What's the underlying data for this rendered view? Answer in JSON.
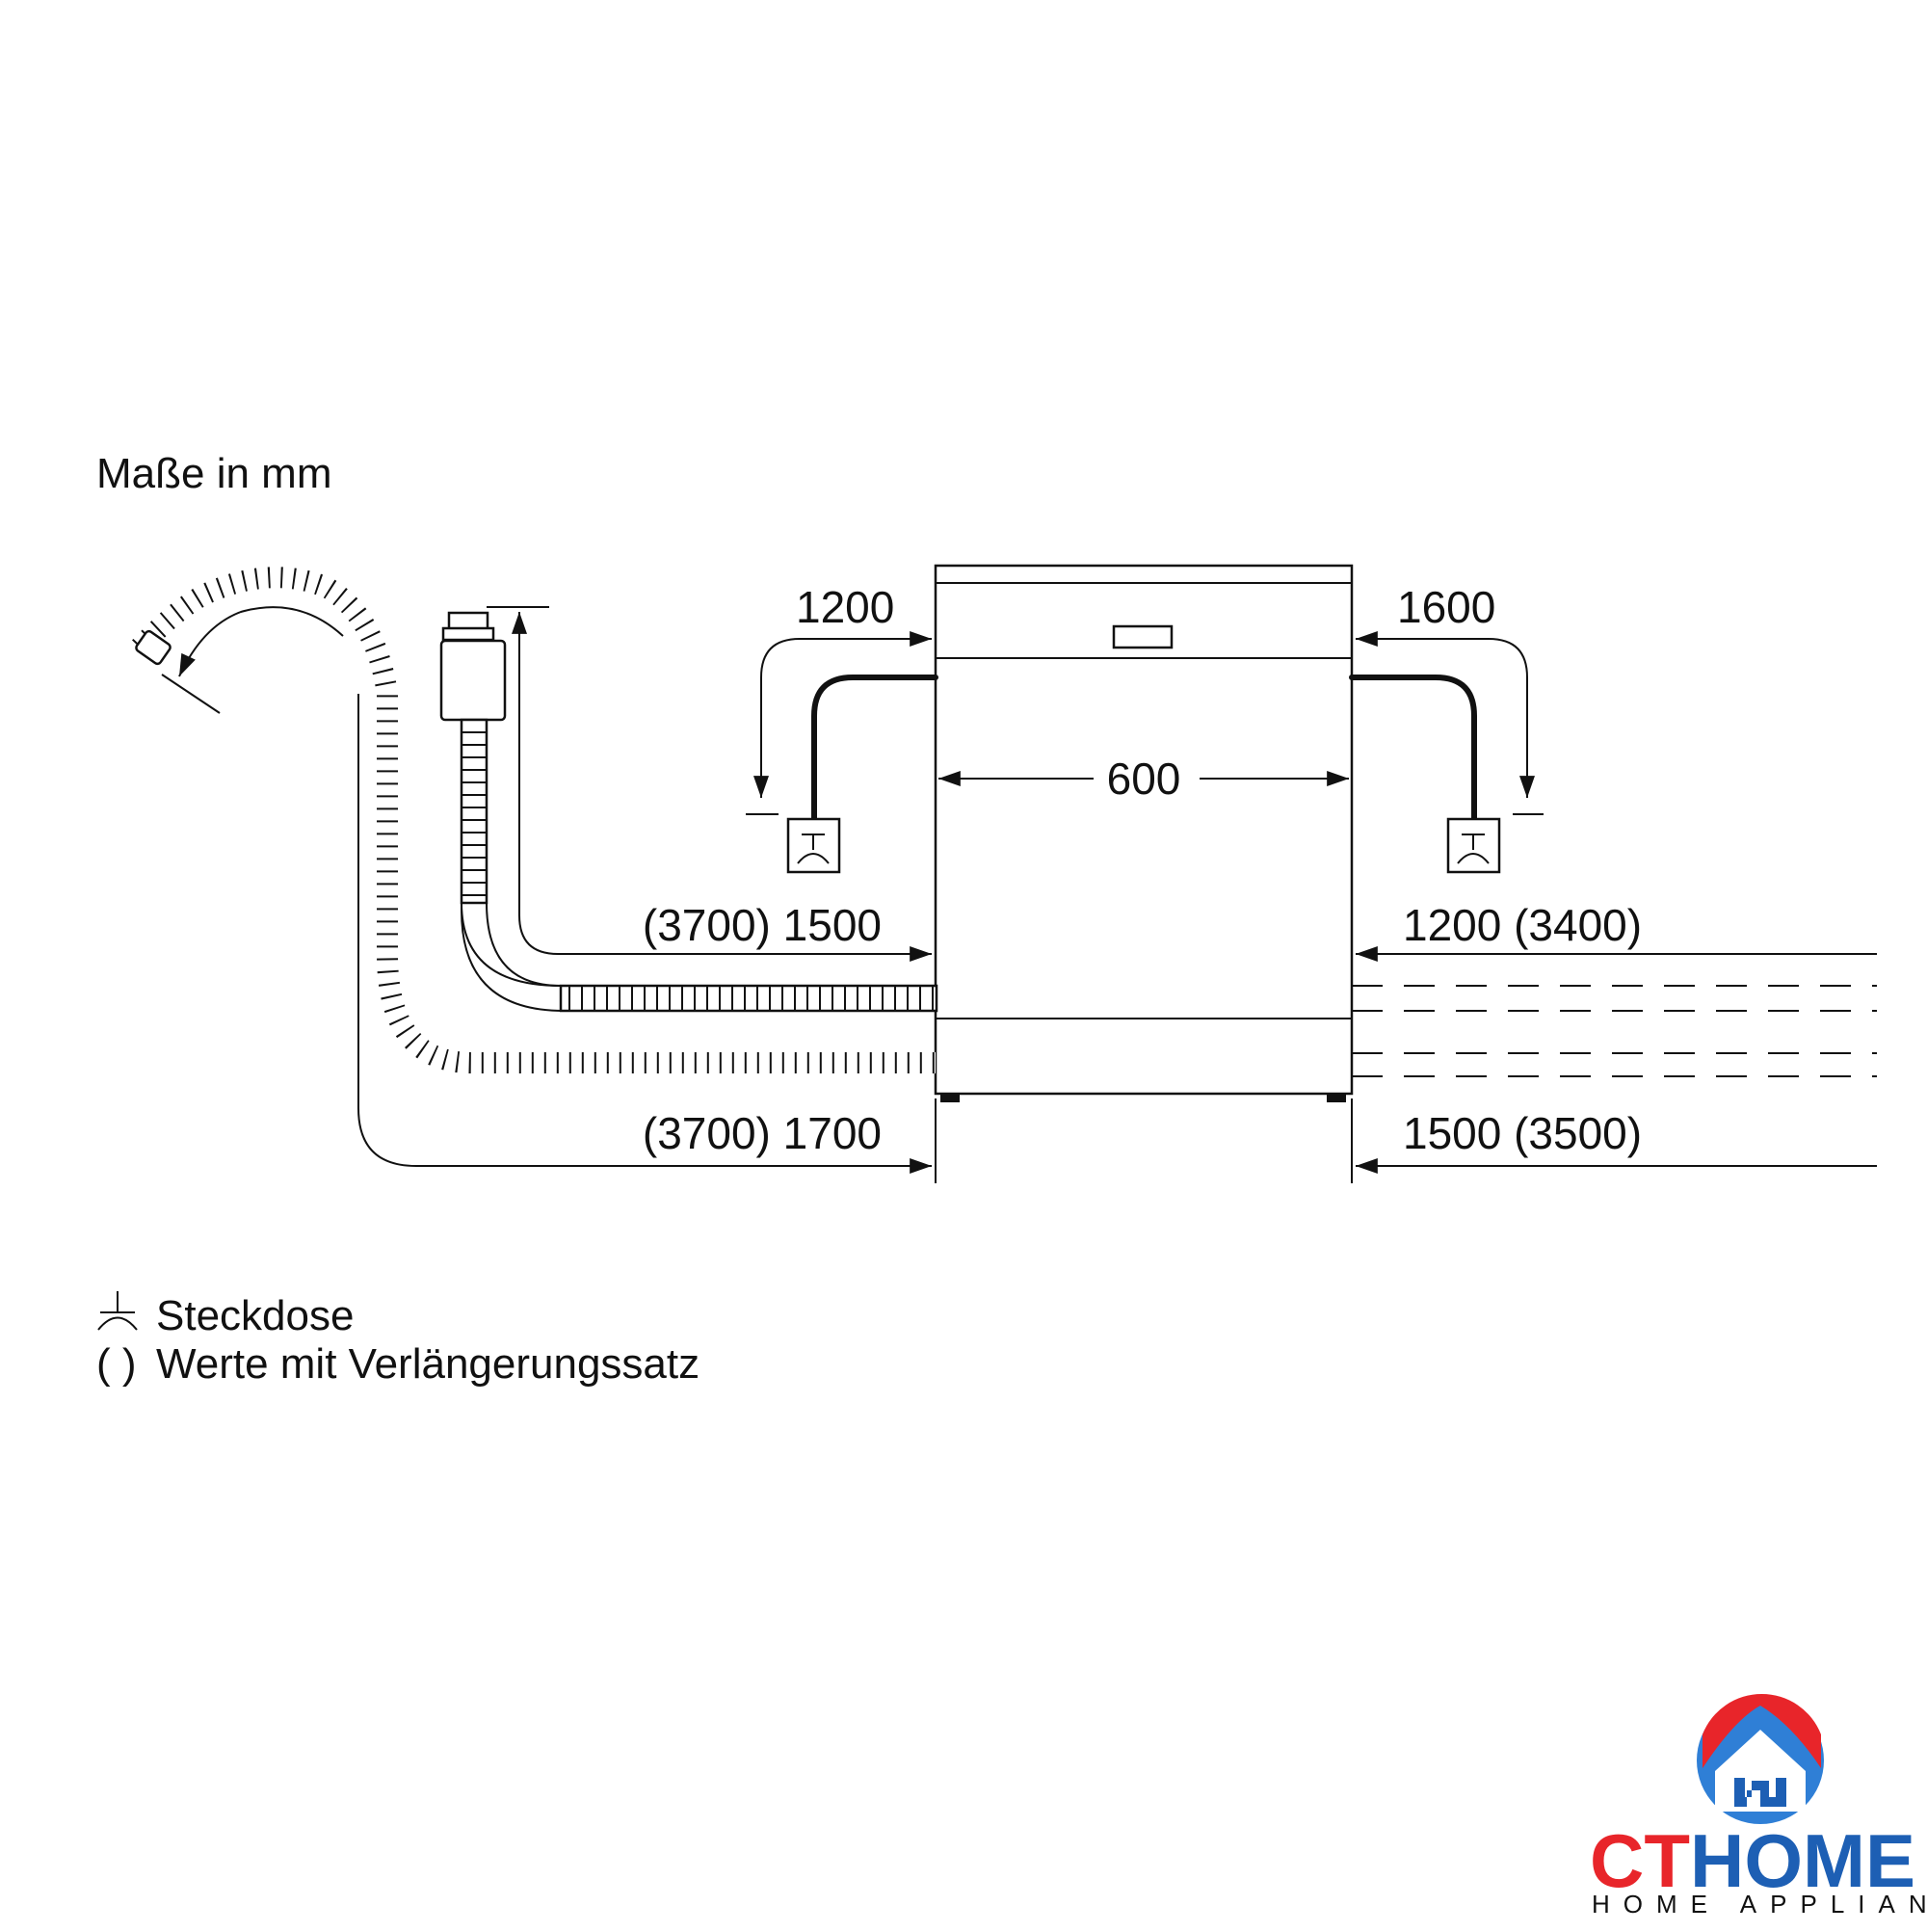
{
  "title": "Maße in mm",
  "dimensions": {
    "width": "600",
    "cable_left": "1200",
    "cable_right": "1600",
    "inlet_left": "(3700) 1500",
    "inlet_right": "1200 (3400)",
    "drain_left": "(3700) 1700",
    "drain_right": "1500 (3500)"
  },
  "legend": {
    "socket_symbol": "⊥",
    "socket": "Steckdose",
    "bracket_symbol": "( )",
    "bracket": "Werte mit Verlängerungssatz"
  },
  "logo": {
    "main_ct": "CT",
    "main_home": "HOME",
    "sub": "HOME APPLIANCES",
    "color_red": "#e8252a",
    "color_blue": "#1d5fb4"
  }
}
